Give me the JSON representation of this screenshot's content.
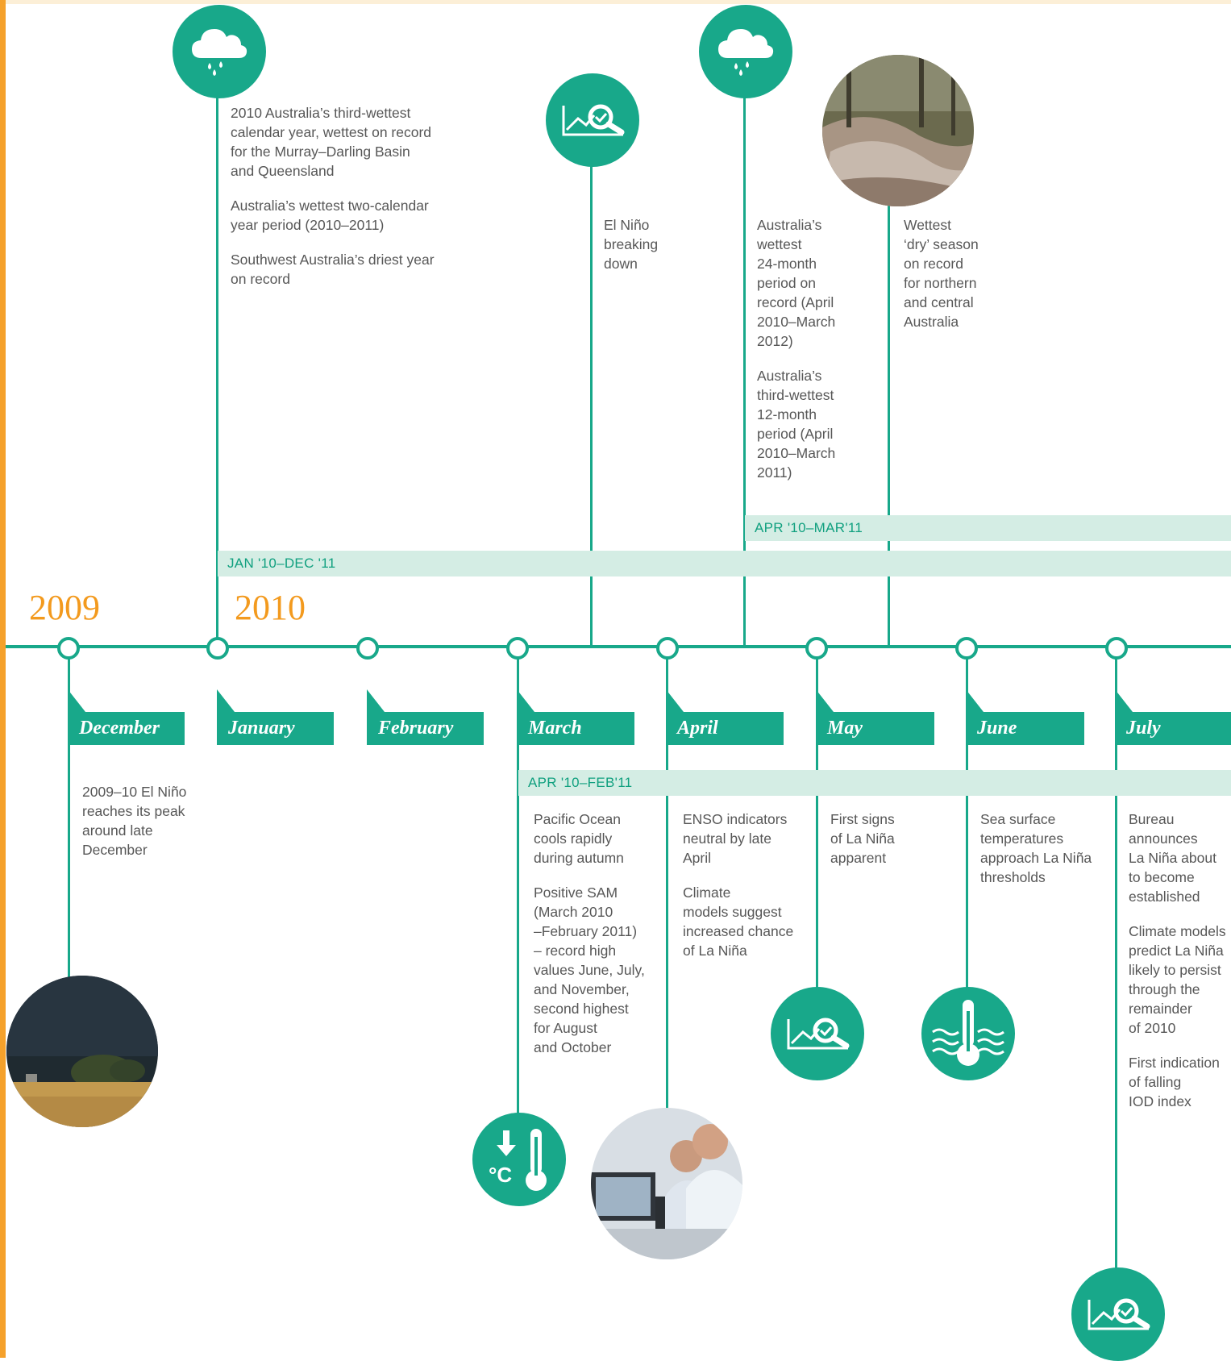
{
  "years": {
    "y2009": "2009",
    "y2010": "2010"
  },
  "months": [
    "December",
    "January",
    "February",
    "March",
    "April",
    "May",
    "June",
    "July"
  ],
  "bands": {
    "jan10_dec11": "JAN '10–DEC '11",
    "apr10_mar11": "APR '10–MAR'11",
    "apr10_feb11": "APR '10–FEB'11"
  },
  "events": {
    "wet2010": [
      "2010 Australia’s third-wettest\ncalendar year, wettest on record\nfor the Murray–Darling Basin\nand Queensland",
      "Australia’s wettest two-calendar\nyear period (2010–2011)",
      "Southwest Australia’s driest year\non record"
    ],
    "elnino_breaking": [
      "El Niño\nbreaking\ndown"
    ],
    "wettest24": [
      "Australia’s\nwettest\n24-month\nperiod on\nrecord (April\n2010–March\n2012)",
      "Australia’s\nthird-wettest\n12-month\nperiod (April\n2010–March\n2011)"
    ],
    "dryseason": [
      "Wettest\n‘dry’ season\non record\nfor northern\nand central\nAustralia"
    ],
    "december": [
      "2009–10 El Niño\nreaches its peak\naround late\nDecember"
    ],
    "march": [
      "Pacific Ocean\ncools rapidly\nduring autumn",
      "Positive SAM\n(March 2010\n–February 2011)\n– record high\nvalues June, July,\nand November,\nsecond highest\nfor August\nand October"
    ],
    "april": [
      "ENSO indicators\nneutral by late\nApril",
      "Climate\nmodels suggest\nincreased chance\nof La Niña"
    ],
    "may": [
      "First signs\nof La Niña\napparent"
    ],
    "june": [
      "Sea surface\ntemperatures\napproach La Niña\nthresholds"
    ],
    "july": [
      "Bureau\nannounces\nLa Niña about\nto become\nestablished",
      "Climate models\npredict La Niña\nlikely to persist\nthrough the\nremainder\nof 2010",
      "First indication\nof falling\nIOD index"
    ]
  },
  "icons": [
    "rain-cloud-icon",
    "chart-magnifier-icon",
    "rain-cloud-icon",
    "thermometer-down-icon",
    "chart-magnifier-icon",
    "sea-thermometer-icon",
    "chart-magnifier-icon"
  ],
  "colors": {
    "accent": "#18a88a",
    "band": "#d4ede4",
    "year": "#f39a1e",
    "sidebar": "#f5a12b"
  }
}
